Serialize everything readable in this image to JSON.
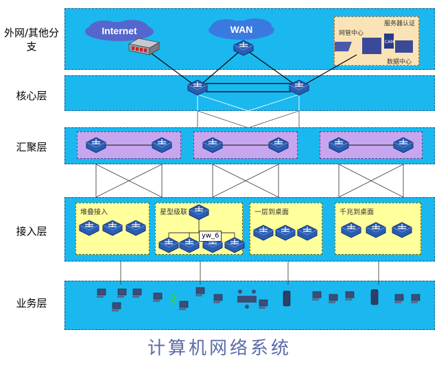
{
  "layers": {
    "external": "外网/其他分支",
    "core": "核心层",
    "aggregation": "汇聚层",
    "access": "接入层",
    "business": "业务层"
  },
  "clouds": {
    "internet": "Internet",
    "wan": "WAN"
  },
  "datacenter": {
    "nms": "网管中心",
    "server": "服务器认证",
    "camera": "CAM",
    "dc": "数据中心"
  },
  "access_groups": {
    "stack": "堆叠接入",
    "star": "星型级联",
    "tier1": "一层到桌面",
    "gigabit": "千兆到桌面"
  },
  "device_tag": "yw_6",
  "caption": "计算机网络系统",
  "colors": {
    "band": "#1ab8ef",
    "aggregation_box": "#c7a6f0",
    "access_box": "#ffff9c",
    "datacenter_box": "#fbe3b8",
    "switch": "#2a5cb0",
    "caption": "#5a6aa8"
  }
}
